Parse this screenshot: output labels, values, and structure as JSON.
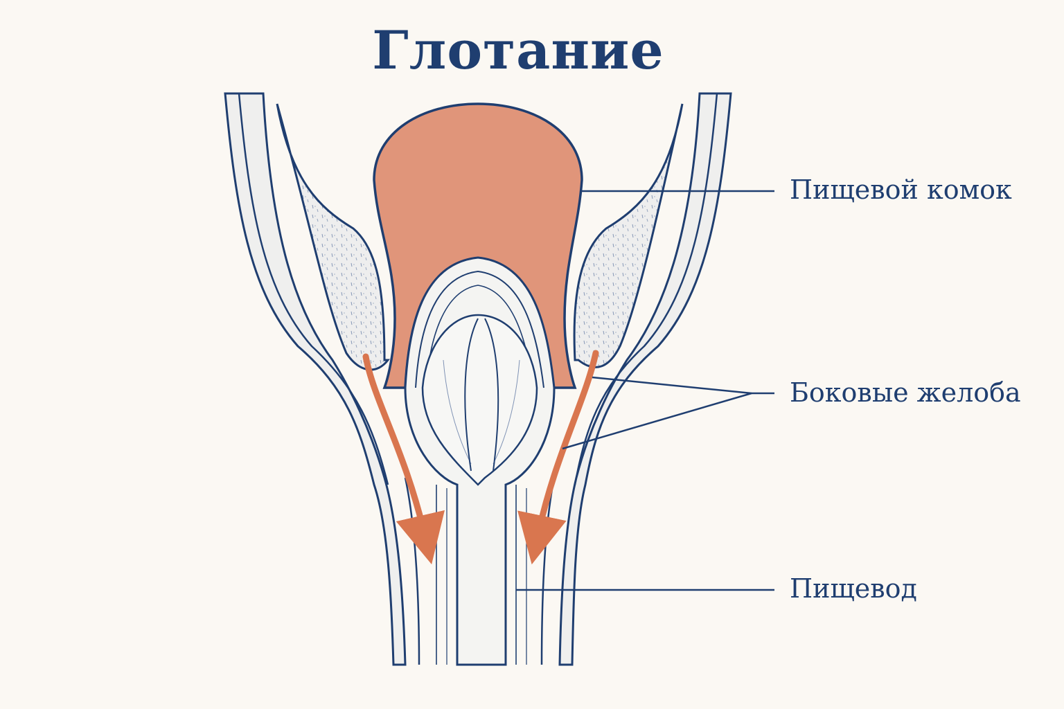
{
  "title": "Глотание",
  "labels": {
    "bolus": "Пищевой комок",
    "lateral_grooves": "Боковые желоба",
    "esophagus": "Пищевод"
  },
  "colors": {
    "ink": "#1f3e70",
    "bolus": "#e0957a",
    "arrow": "#d9764f",
    "background": "#fbf8f3"
  }
}
